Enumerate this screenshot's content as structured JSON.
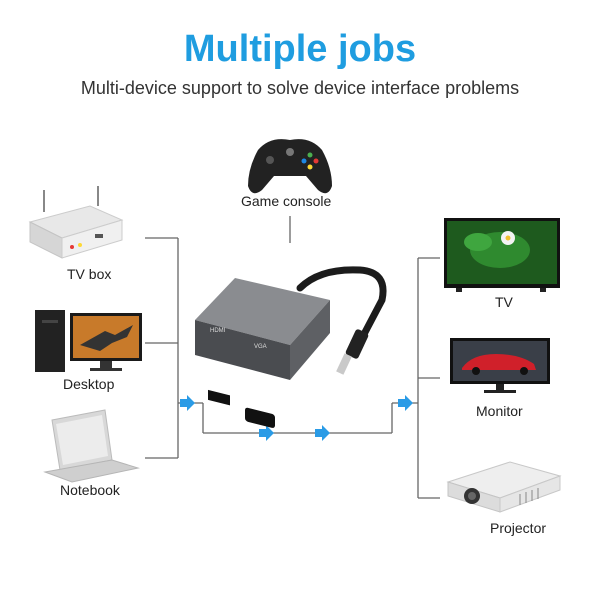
{
  "header": {
    "title": "Multiple jobs",
    "subtitle": "Multi-device support to solve device interface problems"
  },
  "devices": {
    "game_console": "Game console",
    "tv_box": "TV box",
    "desktop": "Desktop",
    "notebook": "Notebook",
    "tv": "TV",
    "monitor": "Monitor",
    "projector": "Projector"
  },
  "adapter": {
    "port_hdmi": "HDMI",
    "port_vga": "VGA"
  },
  "colors": {
    "title": "#1f9de0",
    "arrow": "#2a9be6",
    "line": "#666666"
  }
}
